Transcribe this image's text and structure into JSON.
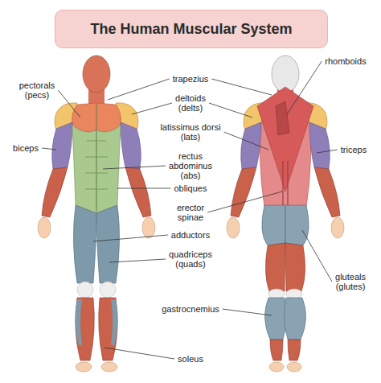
{
  "diagram": {
    "title": "The Human Muscular System",
    "labels": [
      "pectorals (pecs)",
      "biceps",
      "trapezius",
      "deltoids (delts)",
      "latissimus dorsi (lats)",
      "rectus abdominus (abs)",
      "obliques",
      "erector spinae",
      "adductors",
      "quadriceps (quads)",
      "gastrocnemius",
      "soleus",
      "rhomboids",
      "triceps",
      "gluteals (glutes)"
    ]
  }
}
